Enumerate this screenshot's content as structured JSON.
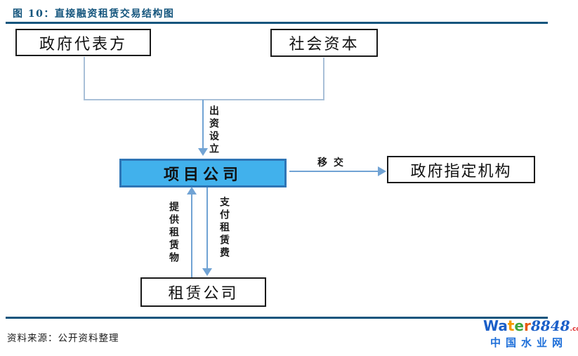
{
  "figure": {
    "title": "图 10：直接融资租赁交易结构图",
    "source": "资料来源：公开资料整理"
  },
  "diagram": {
    "nodes": {
      "gov_rep": "政府代表方",
      "social_capital": "社会资本",
      "project_company": "项目公司",
      "gov_agency": "政府指定机构",
      "leasing_company": "租赁公司"
    },
    "edges": {
      "invest_setup": "出资设立",
      "transfer": "移交",
      "provide_leased_asset": "提供租赁物",
      "pay_rent": "支付租赁费"
    }
  },
  "colors": {
    "accent_navy": "#14557D",
    "node_fill_blue": "#41B1EC",
    "node_border_blue": "#2E75B6",
    "arrow_blue": "#71A3D4",
    "elbow_blue_gray": "#A9C0D8"
  },
  "logo": {
    "letters": [
      {
        "ch": "W",
        "color": "#1B5FC8",
        "style": "sans"
      },
      {
        "ch": "a",
        "color": "#1B5FC8",
        "style": "sans"
      },
      {
        "ch": "t",
        "color": "#F59A00",
        "style": "sans"
      },
      {
        "ch": "e",
        "color": "#3FA53F",
        "style": "sans"
      },
      {
        "ch": "r",
        "color": "#E8590C",
        "style": "sans"
      },
      {
        "ch": "8848",
        "color": "#1B5FC8",
        "style": "num"
      },
      {
        "ch": ".com",
        "color": "#E03131",
        "style": "small"
      }
    ],
    "tagline": "中国水业网",
    "tagline_color": "#1E6FD9"
  }
}
